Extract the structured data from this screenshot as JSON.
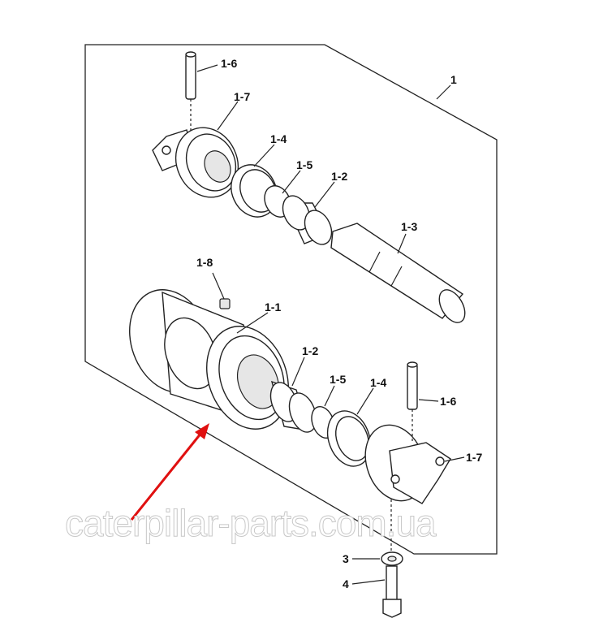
{
  "diagram": {
    "title": "Track roller assembly exploded view",
    "labels": {
      "assembly": "1",
      "roller": "1-1",
      "bushing_top": "1-2",
      "bushing_bottom": "1-2",
      "shaft": "1-3",
      "seal_top": "1-4",
      "seal_bottom": "1-4",
      "o_ring_top": "1-5",
      "o_ring_bottom": "1-5",
      "pin_top": "1-6",
      "pin_bottom": "1-6",
      "collar_top": "1-7",
      "collar_bottom": "1-7",
      "plug": "1-8",
      "washer": "3",
      "bolt": "4"
    },
    "watermark": "caterpillar-parts.com.ua",
    "arrow_color": "#e01010"
  }
}
